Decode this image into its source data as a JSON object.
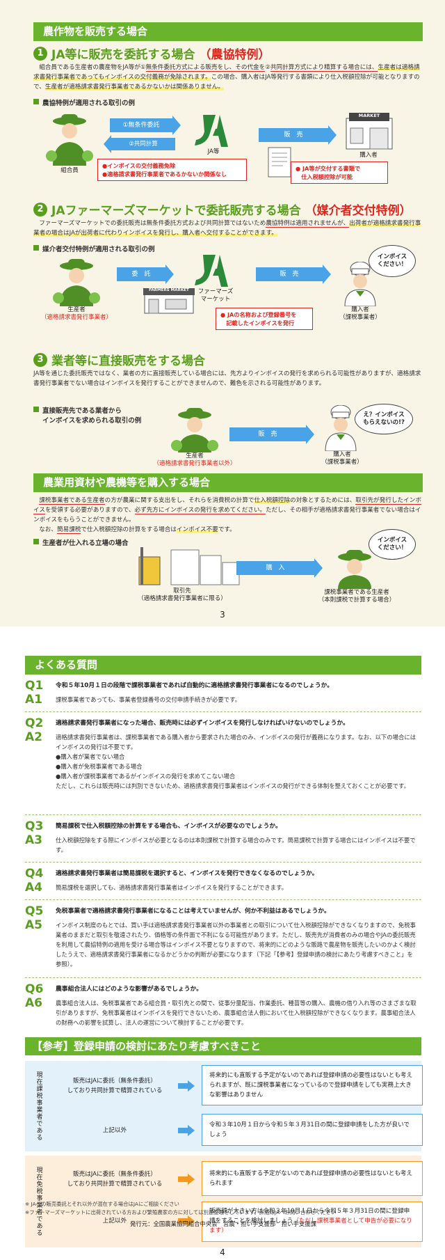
{
  "page3": {
    "band1": "農作物を販売する場合",
    "s1": {
      "num": "1",
      "title": "JA等に販売を委託する場合",
      "title_red": "（農協特例）",
      "para_a": "組合員である生産者の農産物をJA等が",
      "circ1": "①",
      "para_b": "無条件委託方式による販売をし、その代金を",
      "circ2": "②",
      "para_c": "共同計算方式により精算する場合には、",
      "para_d": "生産者は適格請求書発行事業者であってもインボイスの交付義務が免除されます。",
      "para_e": "この場合、購入者はJA等発行する書類により仕入税額控除が可能となりますので、",
      "para_f": "生産者が適格請求書発行事業者であるかないかは関係ありません。",
      "sub": "農協特例が適用される取引の例",
      "arrow1": "①無条件委託",
      "arrow2": "②共同計算",
      "arrow3": "販　売",
      "farmer": "組合員",
      "ja": "JA等",
      "buyer": "購入者",
      "market": "MARKET",
      "note_l1": "●インボイスの交付義務免除",
      "note_l2": "●適格請求書発行事業者であるかないか関係なし",
      "note_r1": "● JA等が交付する書類で",
      "note_r2": "　仕入税額控除が可能"
    },
    "s2": {
      "num": "2",
      "title": "JAファーマーズマーケットで委託販売する場合",
      "title_red": "（媒介者交付特例）",
      "para_a": "ファーマーズマーケットでの委託販売は無条件委託方式および共同計算ではないため",
      "para_b": "農協特例は適用されませんが、",
      "para_c": "出荷者が適格請求書発行事業者の場合はJAが出荷者に代わりインボイスを発行し、購入者へ交付することができます。",
      "sub": "媒介者交付特例が適用される取引の例",
      "arrow1": "委　託",
      "arrow2": "販　売",
      "farmer": "生産者",
      "farmer_red": "（適格請求書発行事業者）",
      "fm_sign": "FARMERS MARKET",
      "fm": "ファーマーズ\nマーケット",
      "buyer": "購入者",
      "buyer_sub": "（課税事業者）",
      "speech": "インボイス\nください！",
      "note1": "● JAの名称および登録番号を",
      "note2": "　記載したインボイスを発行"
    },
    "s3": {
      "num": "3",
      "title": "業者等に直接販売をする場合",
      "para_a": "JA等を通じた委託販売ではなく、業者の方に直接販売している場合には、先方よりインボイスの発行を求められる可能性がありますが、適格請求書発行事業者でない場合はインボイスを発行することができませんので、難色を示される可能性があります。",
      "sub1": "直接販売先である業者から",
      "sub2": "インボイスを求められる取引の例",
      "arrow": "販　売",
      "farmer": "生産者",
      "farmer_red": "（適格請求書発行事業者以外）",
      "buyer": "購入者",
      "buyer_sub": "（課税事業者）",
      "speech": "え？インボイス\nもらえないの!?"
    },
    "band2": "農業用資材や農機等を購入する場合",
    "s4": {
      "para_a": "課税事業者である生産者",
      "para_b": "の方が農業に関する支出をし、それらを消費税の計算で",
      "para_c": "仕入税額控除",
      "para_d": "の対象とするためには、",
      "para_e": "取引先が発行したインボイス",
      "para_f": "を受領する必要がありますので、",
      "para_g": "必ず先方にインボイスの発行を求めてください。",
      "para_h": "ただし、その相手が適格請求書発行事業者でない場合はインボイスをもらうことができません。",
      "para_i": "なお、",
      "para_j": "簡易課税",
      "para_k": "で仕入税額控除の計算をする場合は",
      "para_l": "インボイス不要",
      "para_m": "です。",
      "sub": "生産者が仕入れる立場の場合",
      "arrow": "購　入",
      "seller": "取引先",
      "seller_sub": "（適格請求書発行事業者に限る）",
      "buyer": "課税事業者である生産者",
      "buyer_sub": "（本則課税で計算する場合）",
      "speech": "インボイス\nください！"
    },
    "pagenum": "3"
  },
  "page4": {
    "band": "よくある質問",
    "faq": [
      {
        "q": "Q1",
        "a": "A1",
        "question": "令和５年10月１日の段階で課税事業者であれば自動的に適格請求書発行事業者になるのでしょうか。",
        "answer": "課税事業者であっても、事業者登録番号の交付申請手続きが必要です。"
      },
      {
        "q": "Q2",
        "a": "A2",
        "question": "適格請求書発行事業者になった場合、販売時には必ずインボイスを発行しなければいけないのでしょうか。",
        "answer": "適格請求書発行事業者は、課税事業者である購入者から要求された場合のみ、インボイスの発行が義務になります。なお、以下の場合にはインボイスの発行は不要です。",
        "bullets": [
          "●購入者が業者でない場合",
          "●購入者が免税事業者である場合",
          "●購入者が課税事業者であるがインボイスの発行を求めてこない場合"
        ],
        "answer2": "ただし、これらは販売時には判別できないため、適格請求書発行事業者はインボイスの発行ができる体制を整えておくことが必要です。"
      },
      {
        "q": "Q3",
        "a": "A3",
        "question": "簡易課税で仕入税額控除の計算をする場合も、インボイスが必要なのでしょうか。",
        "answer": "仕入税額控除をする際にインボイスが必要となるのは本則課税で計算する場合のみです。簡易課税で計算する場合にはインボイスは不要です。"
      },
      {
        "q": "Q4",
        "a": "A4",
        "question": "適格請求書発行事業者は簡易課税を選択すると、インボイスを発行できなくなるのでしょうか。",
        "answer": "簡易課税を選択しても、適格請求書発行事業者はインボイスを発行することができます。"
      },
      {
        "q": "Q5",
        "a": "A5",
        "question": "免税事業者で適格請求書発行事業者になることは考えていませんが、何か不利益はあるでしょうか。",
        "answer": "インボイス制度のもとでは、買い手は適格請求書発行事業者以外の事業者との取引について仕入税額控除ができなくなりますので、免税事業者のままだと取引を敬遠されたり、価格等の条件面で不利になる可能性があります。ただし、販売先が消費者のみの場合やJAの委託販売を利用して農協特例の適用を受ける場合等はインボイス不要となりますので、将来的にどのような販路で農産物を販売したいのかよく検討したうえで、適格請求書発行事業者になるかどうかの判断が必要になります（下記「【参考】登録申請の検討にあたり考慮すべきこと」を参照）。"
      },
      {
        "q": "Q6",
        "a": "A6",
        "question": "農事組合法人にはどのような影響があるでしょうか。",
        "answer": "農事組合法人は、免税事業者である組合員・取引先との間で、従事分量配当、作業委託、種苗等の購入、農機の借り入れ等のさまざまな取引がありますが、免税事業者はインボイスを発行できないため、農事組合法人側において仕入税額控除ができなくなります。農事組合法人の財務への影響を試算し、法人の運営について検討することが必要です。"
      }
    ],
    "ref": {
      "title": "【参考】登録申請の検討にあたり考慮すべきこと",
      "group1": "現在課税事業者である",
      "group2": "現在免税事業者である",
      "rows": [
        {
          "cond": "販売はJAに委託（無条件委託）\nしており共同計算で精算されている",
          "res": "将来的にも直販する予定がないのであれば登録申請の必要性はないとも考えられますが、既に課税事業者になっているので登録申請をしても実務上大きな影響はありません"
        },
        {
          "cond": "上記以外",
          "res": "令和３年10月１日から令和５年３月31日の間に登録申請をした方が良いでしょう"
        },
        {
          "cond": "販売はJAに委託（無条件委託）\nしており共同計算で精算されている",
          "res": "将来的にも直販する予定がないのであれば登録申請の必要性はないとも考えられます"
        },
        {
          "cond": "上記以外",
          "res": "販売額が大きい方は令和３年10月１日から令和５年３月31日の間に登録申請をすることを検討しましょう",
          "res_red": "（ただし課税事業者として申告が必要になります）"
        }
      ]
    },
    "notes": [
      "※ JAへの販売委託とそれ以外が混在する場合はJAにご相談ください",
      "※ファーマーズマーケットに出荷されている方および繁殖農家の方に対しては別途整理をしています。詳細はJAへお問い合わせください"
    ],
    "publisher": "発行元：全国農業協同組合中央会　営農・担い手支援部　担い手支援課",
    "pagenum": "4"
  },
  "colors": {
    "green": "#6ab42d",
    "darkgreen": "#5a9e1e",
    "blue": "#4aa3e6",
    "red": "#e0261c",
    "orange": "#f39a1e",
    "yellow": "#fff27a"
  }
}
